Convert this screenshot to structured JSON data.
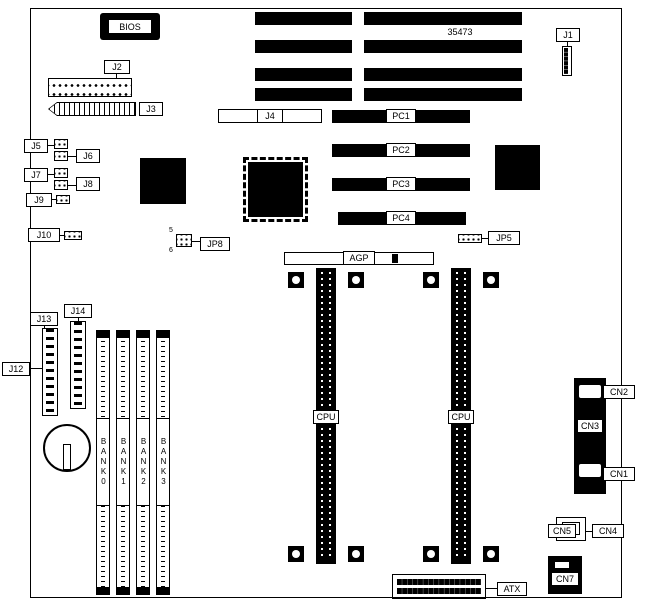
{
  "labels": {
    "bios": "BIOS",
    "part_number": "35473",
    "j1": "J1",
    "j2": "J2",
    "j3": "J3",
    "j4": "J4",
    "j5": "J5",
    "j6": "J6",
    "j7": "J7",
    "j8": "J8",
    "j9": "J9",
    "j10": "J10",
    "j12": "J12",
    "j13": "J13",
    "j14": "J14",
    "jp5": "JP5",
    "jp8": "JP8",
    "jp8_pin_top": "5",
    "jp8_pin_bottom": "6",
    "pc1": "PC1",
    "pc2": "PC2",
    "pc3": "PC3",
    "pc4": "PC4",
    "agp": "AGP",
    "cpu1": "CPU",
    "cpu2": "CPU",
    "bank0": "BANK0",
    "bank1": "BANK1",
    "bank2": "BANK2",
    "bank3": "BANK3",
    "cn1": "CN1",
    "cn2": "CN2",
    "cn3": "CN3",
    "cn4": "CN4",
    "cn5": "CN5",
    "cn7": "CN7",
    "atx": "ATX"
  },
  "colors": {
    "line": "#000000",
    "component_fill": "#000000",
    "background": "#ffffff"
  }
}
